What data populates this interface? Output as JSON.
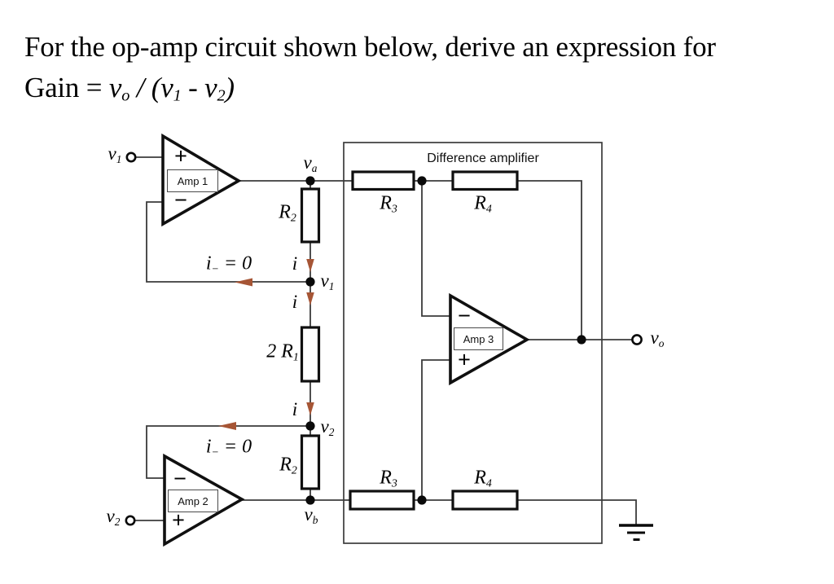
{
  "title": {
    "line1": "For the op-amp circuit shown below, derive an expression for",
    "line2": {
      "gain_eq": "Gain = ",
      "vo": {
        "base": "v",
        "sub": "o"
      },
      "divider": " / (",
      "v1": {
        "base": "v",
        "sub": "1"
      },
      "dash": " - ",
      "v2": {
        "base": "v",
        "sub": "2"
      },
      "close": ")"
    }
  },
  "diagram": {
    "box_label": "Difference amplifier",
    "amps": {
      "amp1": "Amp 1",
      "amp2": "Amp 2",
      "amp3": "Amp 3"
    },
    "plus": "+",
    "minus": "−",
    "terminals": {
      "v1": {
        "base": "v",
        "sub": "1"
      },
      "v2": {
        "base": "v",
        "sub": "2"
      },
      "vo": {
        "base": "v",
        "sub": "o"
      }
    },
    "nodes": {
      "va": {
        "base": "v",
        "sub": "a"
      },
      "v1": {
        "base": "v",
        "sub": "1"
      },
      "v2": {
        "base": "v",
        "sub": "2"
      },
      "vb": {
        "base": "v",
        "sub": "b"
      }
    },
    "resistors": {
      "r2_top": {
        "base": "R",
        "sub": "2"
      },
      "r1_mid": {
        "base": "2 R",
        "sub": "1"
      },
      "r2_bottom": {
        "base": "R",
        "sub": "2"
      },
      "r3_top": {
        "base": "R",
        "sub": "3"
      },
      "r4_top": {
        "base": "R",
        "sub": "4"
      },
      "r3_bottom": {
        "base": "R",
        "sub": "3"
      },
      "r4_bottom": {
        "base": "R",
        "sub": "4"
      }
    },
    "currents": {
      "i": "i",
      "i_minus_zero": {
        "base": "i",
        "sub": "−",
        "rest": " = 0"
      }
    },
    "colors": {
      "wire": "#3b3b3b",
      "component": "#101010",
      "arrow": "#a65535",
      "background": "#ffffff"
    }
  }
}
